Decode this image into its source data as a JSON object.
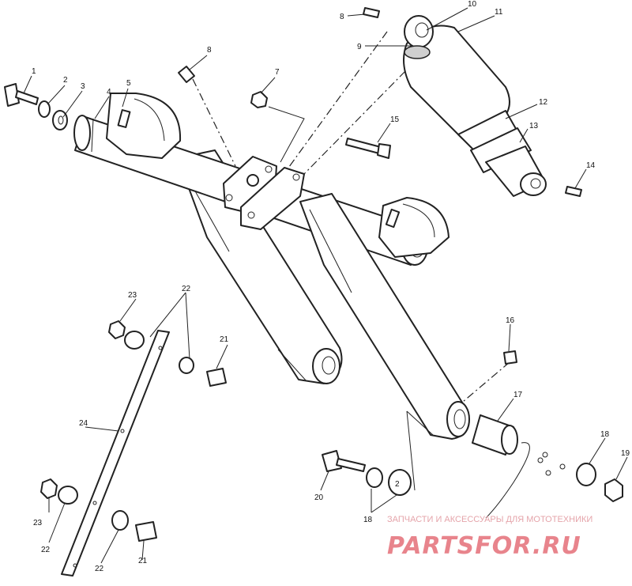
{
  "labels": [
    {
      "id": "1",
      "text": "1"
    },
    {
      "id": "2",
      "text": "2"
    },
    {
      "id": "3",
      "text": "3"
    },
    {
      "id": "4",
      "text": "4"
    },
    {
      "id": "5",
      "text": "5"
    },
    {
      "id": "7",
      "text": "7"
    },
    {
      "id": "8a",
      "text": "8"
    },
    {
      "id": "8b",
      "text": "8"
    },
    {
      "id": "9",
      "text": "9"
    },
    {
      "id": "10",
      "text": "10"
    },
    {
      "id": "11",
      "text": "11"
    },
    {
      "id": "12",
      "text": "12"
    },
    {
      "id": "13",
      "text": "13"
    },
    {
      "id": "14",
      "text": "14"
    },
    {
      "id": "15",
      "text": "15"
    },
    {
      "id": "16",
      "text": "16"
    },
    {
      "id": "17",
      "text": "17"
    },
    {
      "id": "18a",
      "text": "18"
    },
    {
      "id": "18b",
      "text": "18"
    },
    {
      "id": "19",
      "text": "19"
    },
    {
      "id": "20",
      "text": "20"
    },
    {
      "id": "21a",
      "text": "21"
    },
    {
      "id": "21b",
      "text": "21"
    },
    {
      "id": "22a",
      "text": "22"
    },
    {
      "id": "22b",
      "text": "22"
    },
    {
      "id": "22c",
      "text": "22"
    },
    {
      "id": "23a",
      "text": "23"
    },
    {
      "id": "23b",
      "text": "23"
    },
    {
      "id": "24",
      "text": "24"
    }
  ],
  "watermark": {
    "tagline": "ЗАПЧАСТИ И АКСЕССУАРЫ ДЛЯ МОТОТЕХНИКИ",
    "logo": "PARTSFOR.RU"
  },
  "colors": {
    "line": "#222222",
    "watermark": "#e8848c"
  }
}
